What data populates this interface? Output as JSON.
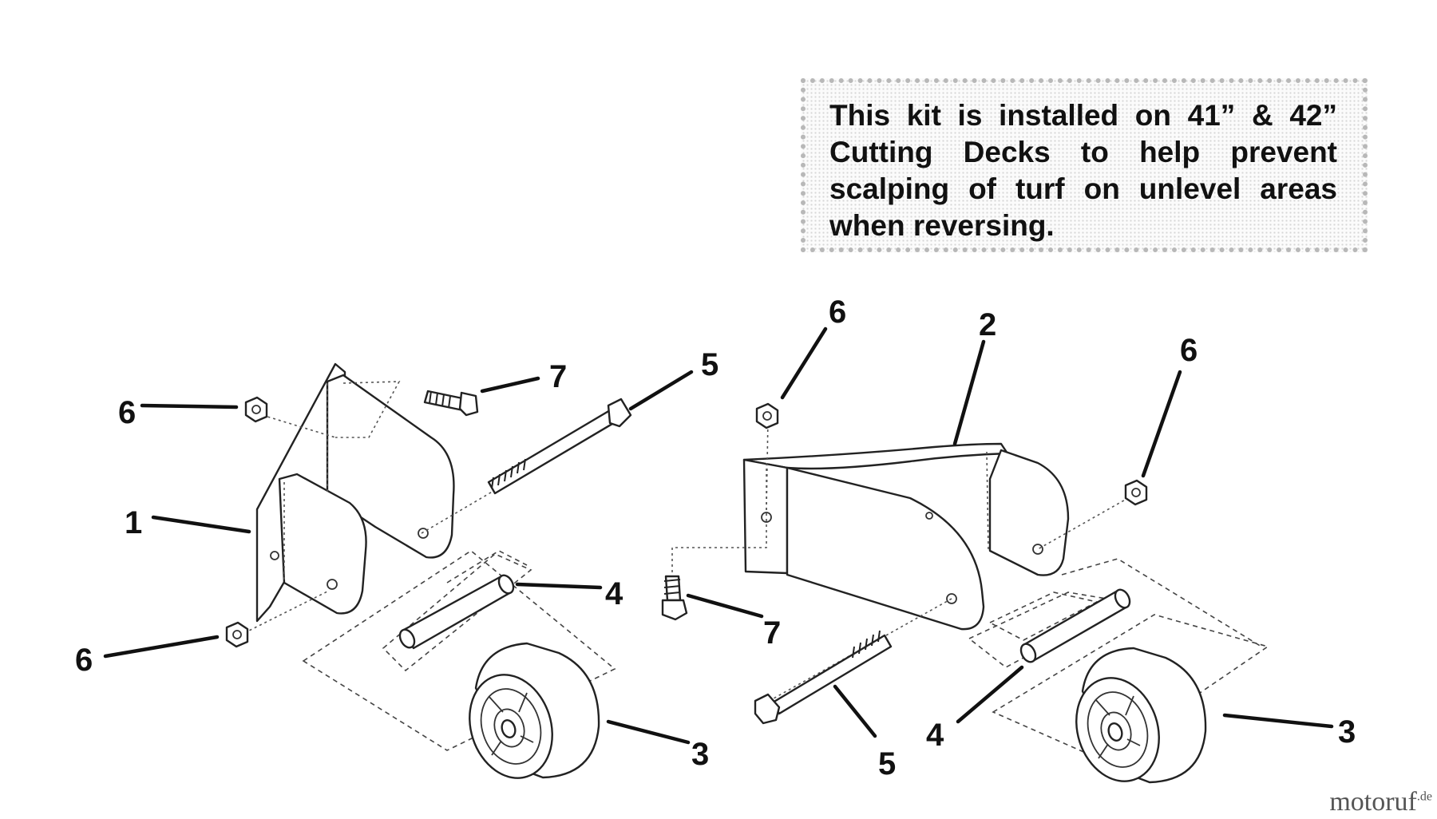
{
  "note": {
    "text": "This kit is installed on 41” & 42” Cutting Decks to help prevent scalping of turf on unlevel areas when reversing."
  },
  "callouts": {
    "c1": "1",
    "c2": "2",
    "c3_left": "3",
    "c3_right": "3",
    "c4_left": "4",
    "c4_right": "4",
    "c5_left": "5",
    "c5_right": "5",
    "c6_top_left": "6",
    "c6_bottom_left": "6",
    "c6_top_mid": "6",
    "c6_right": "6",
    "c7_left": "7",
    "c7_right": "7"
  },
  "watermark": {
    "brand": "motoruf",
    "tld": ".de"
  },
  "colors": {
    "ink": "#111111",
    "watermark": "#555555",
    "note_border": "#b8b8b8"
  }
}
